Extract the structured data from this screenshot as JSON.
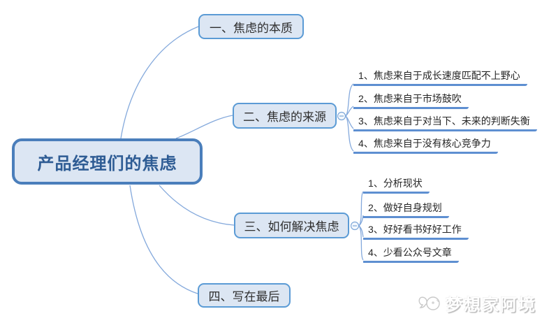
{
  "root": {
    "label": "产品经理们的焦虑"
  },
  "branches": [
    {
      "label": "一、焦虑的本质",
      "children": []
    },
    {
      "label": "二、焦虑的来源",
      "children": [
        "1、焦虑来自于成长速度匹配不上野心",
        "2、焦虑来自于市场鼓吹",
        "3、焦虑来自于对当下、未来的判断失衡",
        "4、焦虑来自于没有核心竞争力"
      ]
    },
    {
      "label": "三、如何解决焦虑",
      "children": [
        "1、分析现状",
        "2、做好自身规划",
        "3、好好看书好好工作",
        "4、少看公众号文章"
      ]
    },
    {
      "label": "四、写在最后",
      "children": []
    }
  ],
  "toggles": [
    {
      "for": "二、焦虑的来源",
      "state": "collapse-minus"
    },
    {
      "for": "三、如何解决焦虑",
      "state": "collapse-minus"
    }
  ],
  "watermark": {
    "label": "梦想家阿境",
    "icon": "mascot-face-icon"
  },
  "colors": {
    "node_fill": "#dce6f3",
    "root_border": "#4a7ebb",
    "branch_border": "#5b9bd5",
    "root_text": "#2e5c94",
    "topic_text": "#262626",
    "underline": "#5e8fd1",
    "connector": "#84a9dc"
  }
}
